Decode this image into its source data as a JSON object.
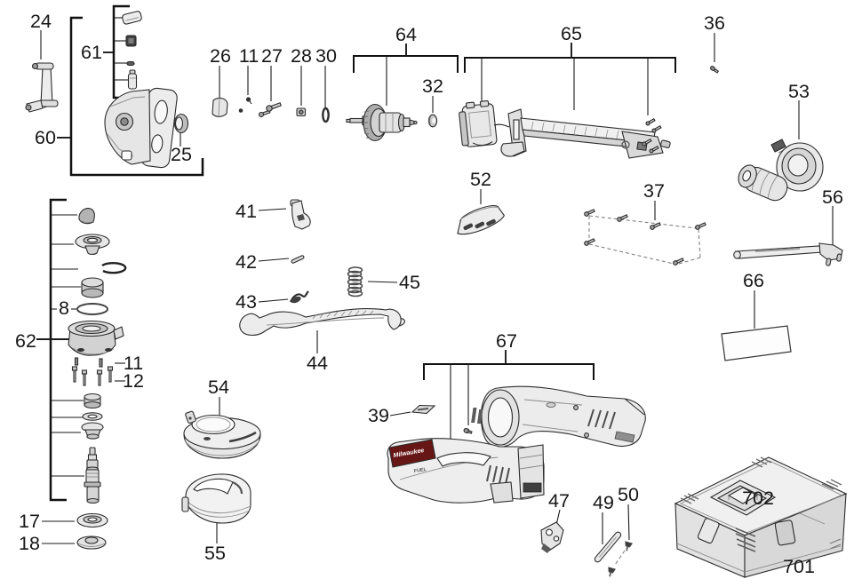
{
  "diagram_type": "exploded-parts-diagram",
  "labels": {
    "c24": "24",
    "c61": "61",
    "c60": "60",
    "c25": "25",
    "c26": "26",
    "c11a": "11",
    "c27": "27",
    "c28": "28",
    "c30": "30",
    "c64": "64",
    "c32": "32",
    "c65": "65",
    "c36": "36",
    "c53": "53",
    "c56": "56",
    "c52": "52",
    "c37": "37",
    "c66": "66",
    "c41": "41",
    "c42": "42",
    "c43": "43",
    "c45": "45",
    "c44": "44",
    "c62": "62",
    "c8": "8",
    "c11b": "11",
    "c12": "12",
    "c17": "17",
    "c18": "18",
    "c54": "54",
    "c55": "55",
    "c39": "39",
    "c67": "67",
    "c47": "47",
    "c49": "49",
    "c50": "50",
    "c702": "702",
    "c701": "701"
  },
  "logo": {
    "brand": "Milwaukee",
    "sub": "FUEL"
  },
  "colors": {
    "background": "#ffffff",
    "line": "#1a1a1a",
    "part_light": "#ececec",
    "part_mid": "#cfcfcf",
    "part_dark": "#4a4a4a",
    "brand_red": "#671616"
  }
}
